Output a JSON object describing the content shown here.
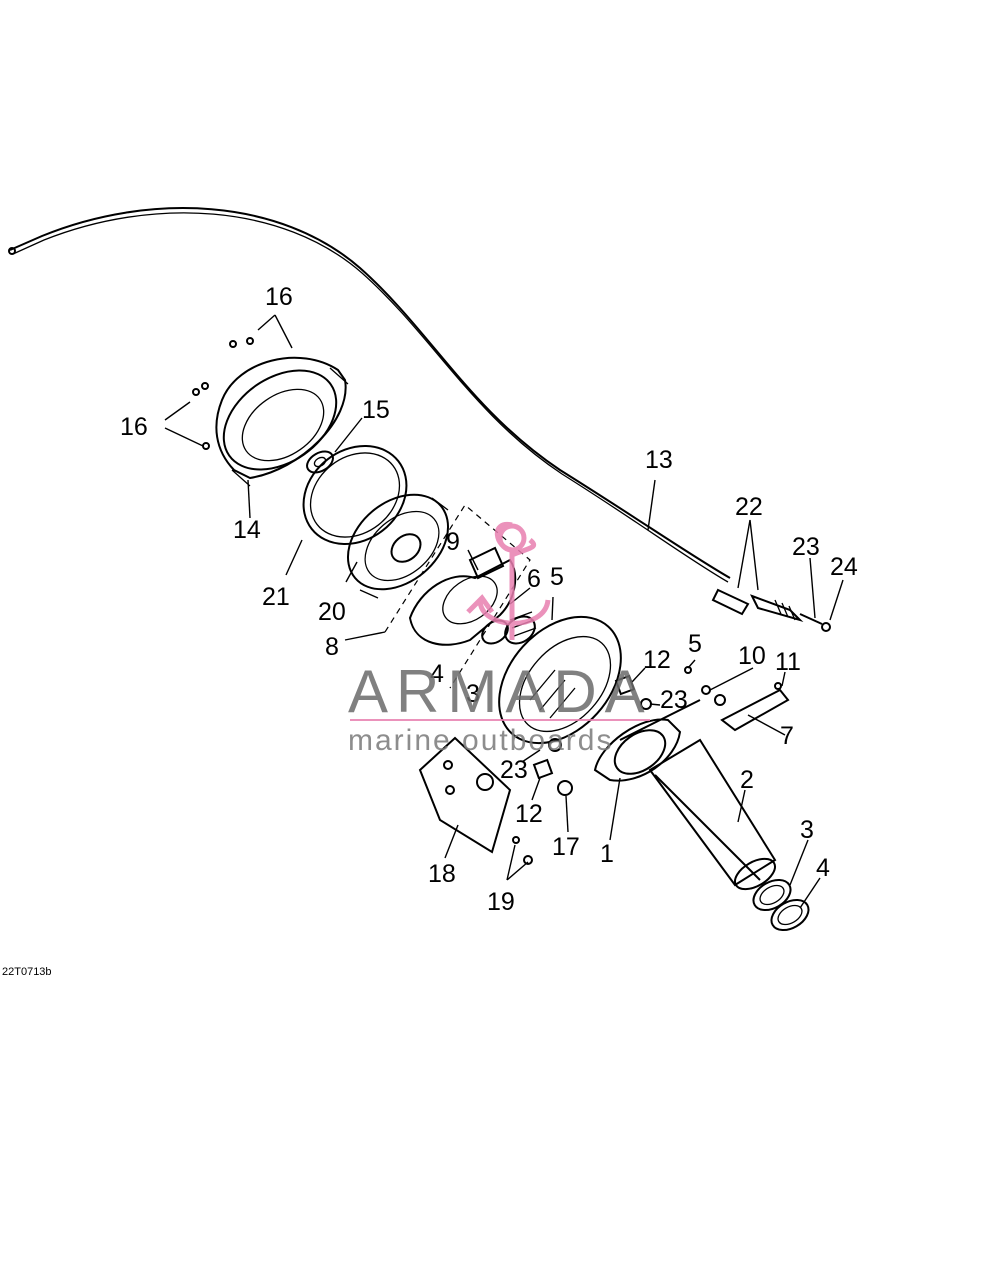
{
  "diagram": {
    "code": "22T0713b",
    "labels": {
      "l1": "1",
      "l2": "2",
      "l3a": "3",
      "l3b": "3",
      "l4a": "4",
      "l4b": "4",
      "l5a": "5",
      "l5b": "5",
      "l6": "6",
      "l7": "7",
      "l8": "8",
      "l9": "9",
      "l10": "10",
      "l11": "11",
      "l12a": "12",
      "l12b": "12",
      "l13": "13",
      "l14": "14",
      "l15": "15",
      "l16a": "16",
      "l16b": "16",
      "l17": "17",
      "l18": "18",
      "l19": "19",
      "l20": "20",
      "l21": "21",
      "l22": "22",
      "l23a": "23",
      "l23b": "23",
      "l23c": "23",
      "l24": "24"
    }
  },
  "watermark": {
    "title": "ARMADA",
    "subtitle": "marine outboards",
    "accent_color": "#e87fb0"
  }
}
